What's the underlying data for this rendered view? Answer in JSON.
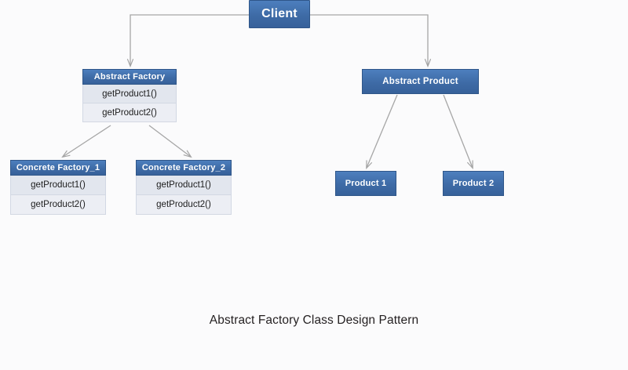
{
  "diagram": {
    "caption": "Abstract Factory Class Design Pattern",
    "background_color": "#fbfbfc",
    "header_color": "#3e6ba6",
    "row_color": "#e2e6ee",
    "connector_color": "#a6a6a6",
    "nodes": {
      "client": {
        "title": "Client",
        "rows": []
      },
      "abstract_factory": {
        "title": "Abstract Factory",
        "rows": [
          "getProduct1()",
          "getProduct2()"
        ]
      },
      "abstract_product": {
        "title": "Abstract Product",
        "rows": []
      },
      "concrete_factory_1": {
        "title": "Concrete Factory_1",
        "rows": [
          "getProduct1()",
          "getProduct2()"
        ]
      },
      "concrete_factory_2": {
        "title": "Concrete Factory_2",
        "rows": [
          "getProduct1()",
          "getProduct2()"
        ]
      },
      "product_1": {
        "title": "Product 1",
        "rows": []
      },
      "product_2": {
        "title": "Product 2",
        "rows": []
      }
    },
    "edges": [
      {
        "from": "client",
        "to": "abstract_factory",
        "style": "orthogonal-arrow"
      },
      {
        "from": "client",
        "to": "abstract_product",
        "style": "orthogonal-arrow"
      },
      {
        "from": "abstract_factory",
        "to": "concrete_factory_1",
        "style": "diagonal-arrow"
      },
      {
        "from": "abstract_factory",
        "to": "concrete_factory_2",
        "style": "diagonal-arrow"
      },
      {
        "from": "abstract_product",
        "to": "product_1",
        "style": "diagonal-arrow"
      },
      {
        "from": "abstract_product",
        "to": "product_2",
        "style": "diagonal-arrow"
      }
    ]
  }
}
